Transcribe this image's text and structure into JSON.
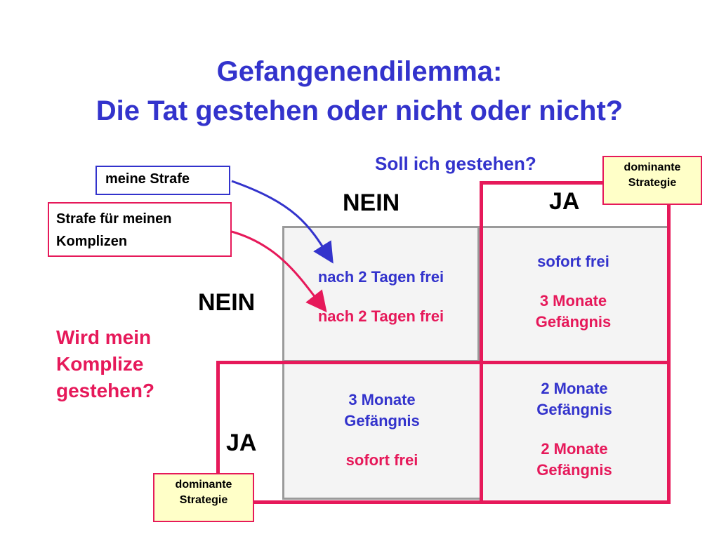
{
  "title": {
    "line1": "Gefangenendilemma:",
    "line2": "Die Tat gestehen oder nicht oder nicht?"
  },
  "question_me": "Soll ich gestehen?",
  "question_partner": {
    "line1": "Wird mein",
    "line2": "Komplize",
    "line3": "gestehen?"
  },
  "legend": {
    "my_penalty": "meine Strafe",
    "partner_penalty_line1": "Strafe für meinen",
    "partner_penalty_line2": "Komplizen"
  },
  "columns": {
    "no": "NEIN",
    "yes": "JA"
  },
  "rows": {
    "no": "NEIN",
    "yes": "JA"
  },
  "cells": {
    "no_no": {
      "mine": "nach 2 Tagen frei",
      "partner": "nach 2 Tagen frei"
    },
    "no_yes": {
      "mine": "sofort frei",
      "partner_line1": "3 Monate",
      "partner_line2": "Gefängnis"
    },
    "yes_no": {
      "mine_line1": "3 Monate",
      "mine_line2": "Gefängnis",
      "partner": "sofort frei"
    },
    "yes_yes": {
      "mine_line1": "2 Monate",
      "mine_line2": "Gefängnis",
      "partner_line1": "2 Monate",
      "partner_line2": "Gefängnis"
    }
  },
  "dominant": {
    "line1": "dominante",
    "line2": "Strategie"
  },
  "colors": {
    "blue": "#3333cc",
    "pink": "#e6195a",
    "grid": "#9a9a9a",
    "note_bg": "#ffffc8"
  }
}
